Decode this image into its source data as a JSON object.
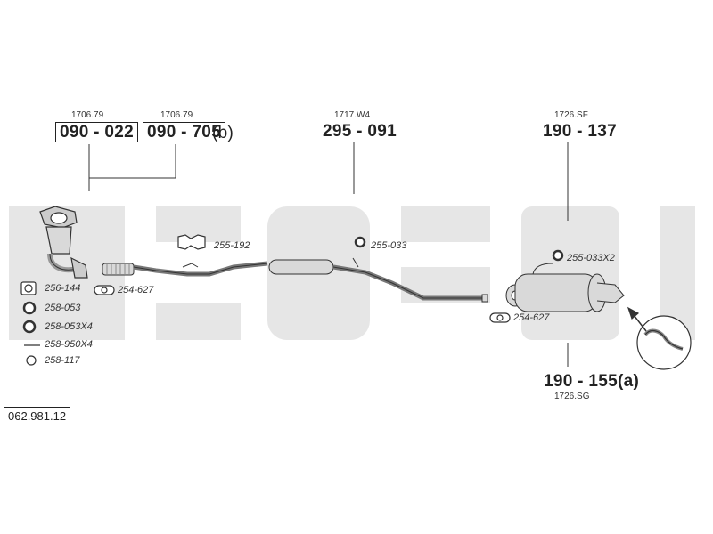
{
  "colors": {
    "watermark": "#e6e6e6",
    "line": "#333333",
    "part_fill": "#d9d9d9"
  },
  "assemblies": {
    "cat1": {
      "ref": "1706.79",
      "code": "090 - 022"
    },
    "cat2": {
      "ref": "1706.79",
      "code": "090 - 705",
      "suffix": "(b)"
    },
    "middle": {
      "ref": "1717.W4",
      "code": "295 - 091"
    },
    "rear_top": {
      "ref": "1726.SF",
      "code": "190 - 137"
    },
    "rear_bottom": {
      "code": "190 - 155(a)",
      "ref": "1726.SG"
    }
  },
  "parts": [
    {
      "id": "256-144"
    },
    {
      "id": "254-627"
    },
    {
      "id": "258-053"
    },
    {
      "id": "258-053X4"
    },
    {
      "id": "258-950X4"
    },
    {
      "id": "258-117"
    },
    {
      "id": "255-192"
    },
    {
      "id": "255-033"
    },
    {
      "id": "255-033X2"
    },
    {
      "id": "254-627"
    }
  ],
  "diagram_number": "062.981.12"
}
